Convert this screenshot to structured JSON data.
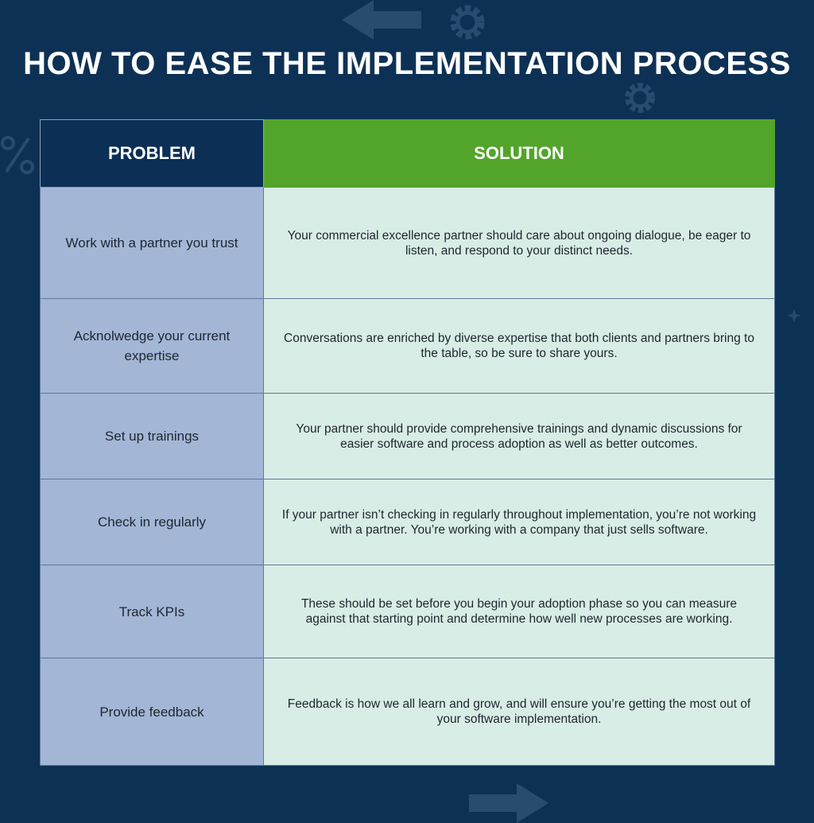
{
  "title": "HOW TO EASE THE IMPLEMENTATION PROCESS",
  "table": {
    "headers": {
      "problem": "PROBLEM",
      "solution": "SOLUTION"
    },
    "rows": [
      {
        "problem": "Work with a partner you trust",
        "solution": "Your commercial excellence partner should care about ongoing dialogue, be eager to listen, and respond to your distinct needs."
      },
      {
        "problem": "Acknolwedge your current expertise",
        "solution": "Conversations are enriched by diverse expertise that both clients and partners bring to the table, so be sure to share yours."
      },
      {
        "problem": "Set up trainings",
        "solution": "Your partner should provide comprehensive trainings and dynamic discussions for easier software and process adoption as well as better outcomes."
      },
      {
        "problem": "Check in regularly",
        "solution": "If your partner isn’t checking in regularly throughout implementation, you’re not working with a partner. You’re working with a company that just sells software."
      },
      {
        "problem": "Track KPIs",
        "solution": "These should be set before you begin your adoption phase so you can measure against that starting point and determine how well new processes are working."
      },
      {
        "problem": "Provide feedback",
        "solution": "Feedback is how we all learn and grow, and will ensure you’re getting the most out of your software implementation."
      }
    ]
  },
  "colors": {
    "background": "#0d3155",
    "header_problem": "#0b2f55",
    "header_solution": "#52a52a",
    "problem_cell": "#a3b6d6",
    "solution_cell": "#d8ede5"
  }
}
